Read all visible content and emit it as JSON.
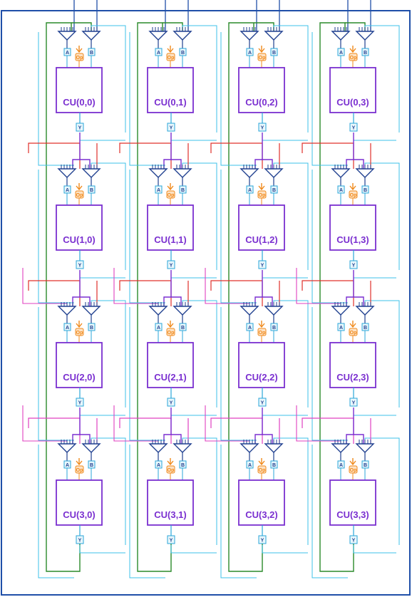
{
  "grid": {
    "rows": 4,
    "cols": 4
  },
  "cells": [
    [
      {
        "label": "CU(0,0)"
      },
      {
        "label": "CU(0,1)"
      },
      {
        "label": "CU(0,2)"
      },
      {
        "label": "CU(0,3)"
      }
    ],
    [
      {
        "label": "CU(1,0)"
      },
      {
        "label": "CU(1,1)"
      },
      {
        "label": "CU(1,2)"
      },
      {
        "label": "CU(1,3)"
      }
    ],
    [
      {
        "label": "CU(2,0)"
      },
      {
        "label": "CU(2,1)"
      },
      {
        "label": "CU(2,2)"
      },
      {
        "label": "CU(2,3)"
      }
    ],
    [
      {
        "label": "CU(3,0)"
      },
      {
        "label": "CU(3,1)"
      },
      {
        "label": "CU(3,2)"
      },
      {
        "label": "CU(3,3)"
      }
    ]
  ],
  "ports": {
    "a": "A",
    "b": "B",
    "op": "Op",
    "y": "Y"
  },
  "colors": {
    "frame": "#1f4fa8",
    "cu_border": "#7a2fd0",
    "cu_text": "#7a2fd0",
    "mux": "#1f3f8f",
    "port": "#2aa6d8",
    "op": "#f08a1c",
    "cyan": "#3cc0e8",
    "green": "#2a8a2a",
    "red": "#e0302a",
    "magenta": "#e040c0",
    "purple": "#7a2fd0",
    "blue": "#1f4fa8"
  }
}
